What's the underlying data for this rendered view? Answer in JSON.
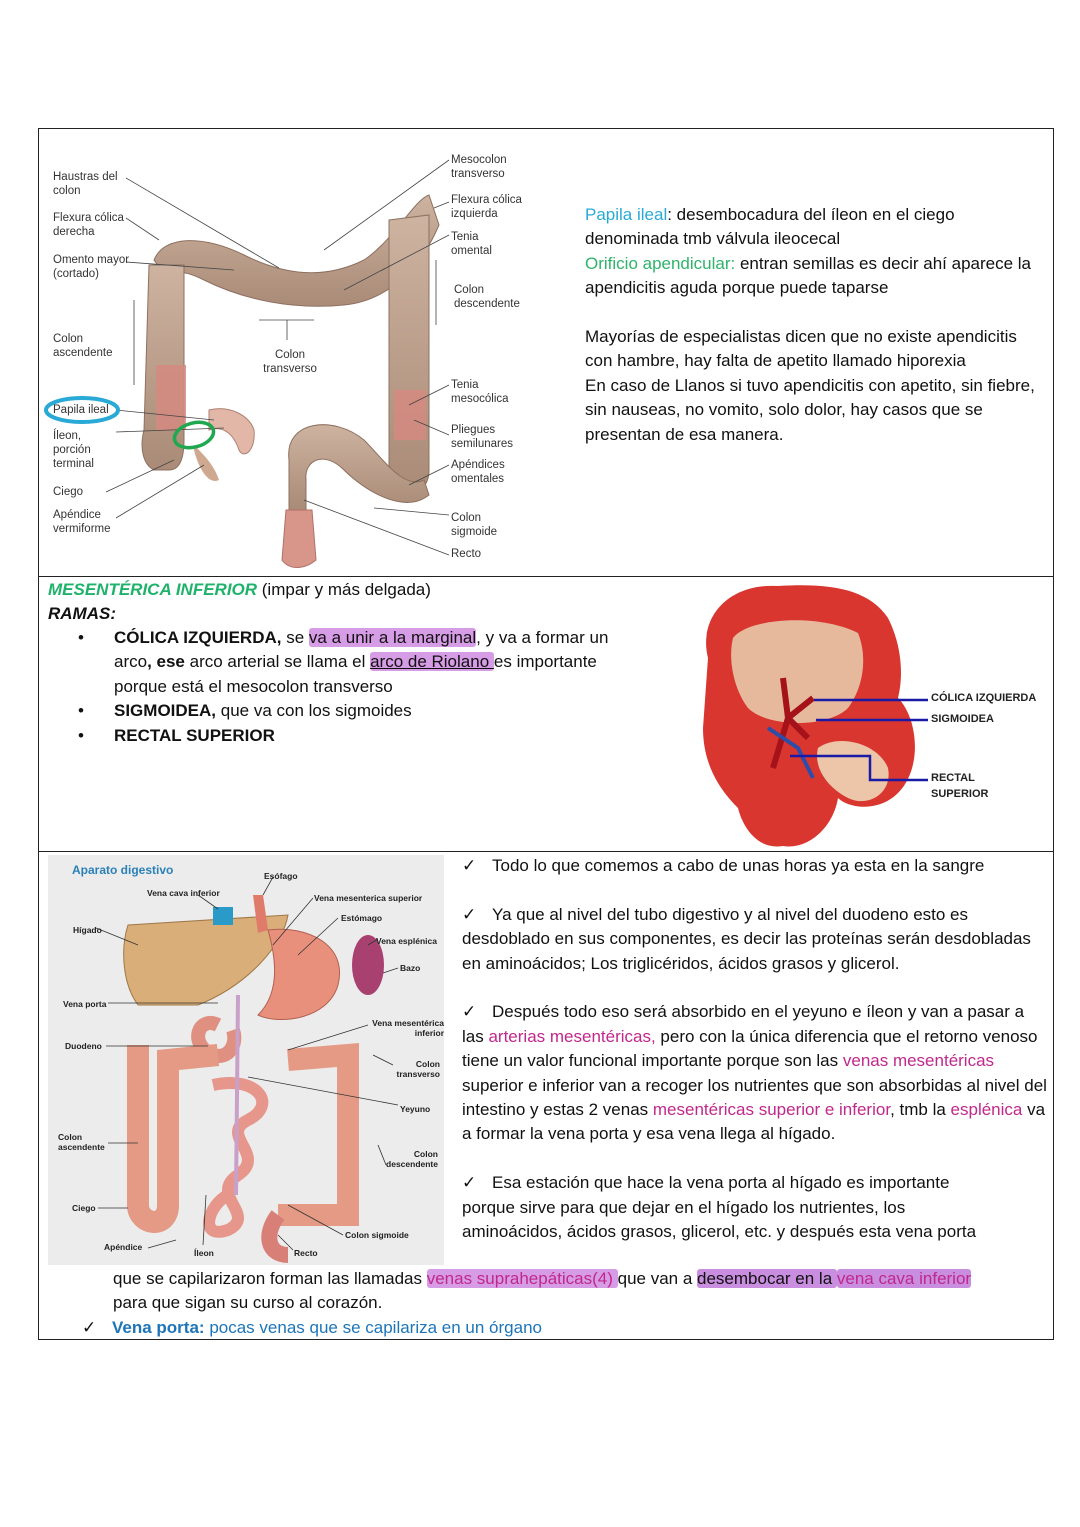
{
  "section1": {
    "figure": {
      "labels_left": [
        "Haustras del colon",
        "Flexura cólica derecha",
        "Omento mayor (cortado)",
        "Colon ascendente",
        "Papila ileal",
        "Íleon, porción terminal",
        "Ciego",
        "Apéndice vermiforme"
      ],
      "labels_center": [
        "Colon transverso"
      ],
      "labels_right": [
        "Mesocolon transverso",
        "Flexura cólica izquierda",
        "Tenia omental",
        "Colon descendente",
        "Tenia mesocólica",
        "Pliegues semilunares",
        "Apéndices omentales",
        "Colon sigmoide",
        "Recto"
      ],
      "annotation_colors": {
        "blue_circle": "#29a9d6",
        "green_circle": "#1fa84f"
      }
    },
    "notes": {
      "p1_term": "Papila ileal",
      "p1_rest": ": desembocadura del íleon en el ciego denominada tmb válvula ileocecal",
      "p2_term": "Orificio apendicular:",
      "p2_rest": " entran semillas es decir ahí aparece la apendicitis aguda porque puede taparse",
      "p3": "Mayorías de especialistas dicen que no existe apendicitis con hambre, hay falta de apetito llamado hiporexia",
      "p4": "En caso de Llanos si tuvo apendicitis con apetito, sin fiebre, sin nauseas, no vomito, solo dolor, hay casos que se presentan de esa manera."
    }
  },
  "section2": {
    "title_term": "MESENTÉRICA INFERIOR",
    "title_rest": " (impar y más delgada)",
    "ramas_label": "RAMAS:",
    "bullet": "•",
    "items": [
      {
        "bold": "CÓLICA IZQUIERDA,",
        "t1": " se ",
        "hl1": "va a unir a la marginal",
        "t2": ", y va a formar un arco",
        "b2": ", ese",
        "t3": " arco arterial se llama el ",
        "hl2": "arco de Riolano ",
        "t4": "es importante porque está el mesocolon transverso"
      },
      {
        "bold": "SIGMOIDEA,",
        "rest": " que va con los sigmoides"
      },
      {
        "bold": "RECTAL SUPERIOR",
        "rest": ""
      }
    ],
    "figure": {
      "labels": [
        "CÓLICA IZQUIERDA",
        "SIGMOIDEA",
        "RECTAL SUPERIOR"
      ],
      "line_color": "#1a1aa6"
    }
  },
  "section3": {
    "figure": {
      "title": "Aparato digestivo",
      "labels": [
        "Esófago",
        "Vena cava inferior",
        "Vena mesenterica superior",
        "Estómago",
        "Hígado",
        "Vena esplénica",
        "Bazo",
        "Vena porta",
        "Vena mesentérica inferior",
        "Duodeno",
        "Colon transverso",
        "Yeyuno",
        "Colon ascendente",
        "Colon descendente",
        "Ciego",
        "Colon sigmoide",
        "Apéndice",
        "Íleon",
        "Recto"
      ]
    },
    "check": "✓",
    "b1": "Todo lo que comemos a cabo de unas horas ya esta en la sangre",
    "b2": "Ya que al nivel del tubo digestivo y al nivel del duodeno esto es desdoblado en sus componentes, es decir las proteínas serán desdobladas en aminoácidos; Los triglicéridos, ácidos grasos y glicerol.",
    "b3": {
      "t1": "Después todo eso será absorbido en el yeyuno e íleon y van a pasar a las ",
      "m1": "arterias mesentéricas,",
      "t2": " pero con la única diferencia que el retorno venoso tiene un valor funcional importante porque son las ",
      "m2": "venas mesentéricas",
      "t3": " superior e inferior van a recoger los nutrientes que son absorbidas al nivel del intestino y estas 2 venas ",
      "m3": "mesentéricas superior e inferior",
      "t4": ", tmb la ",
      "m4": "esplénica",
      "t5": " va a formar la vena porta y esa vena llega al hígado."
    },
    "b4": {
      "line1": "Esa estación que hace la vena porta al hígado es importante",
      "line2": "porque sirve para que dejar en el hígado los nutrientes, los",
      "line3": "aminoácidos, ácidos grasos, glicerol, etc.  y después esta vena porta",
      "t1": "que se capilarizaron forman las llamadas ",
      "hl1": "venas suprahepáticas(4) ",
      "t2": "que van a ",
      "hl2a": "desembocar en la ",
      "hl2b": "vena cava inferior",
      "t3": "para que sigan su curso al corazón."
    },
    "b5_term": "Vena porta:",
    "b5_rest": " pocas venas que se capilariza en un órgano"
  }
}
